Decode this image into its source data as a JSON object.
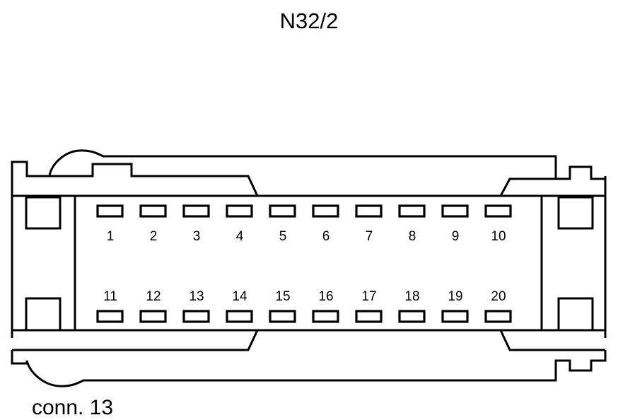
{
  "diagram": {
    "title": "N32/2",
    "caption": "conn. 13",
    "type": "connector-pinout",
    "description": "Electrical connector face view with 20 terminal cavities arranged in two rows of ten",
    "stroke_color": "#000000",
    "background_color": "#ffffff",
    "pin_count": 20,
    "rows": 2,
    "pins_per_row": 10,
    "top_row": {
      "label_position": "below",
      "pins": [
        {
          "number": "1"
        },
        {
          "number": "2"
        },
        {
          "number": "3"
        },
        {
          "number": "4"
        },
        {
          "number": "5"
        },
        {
          "number": "6"
        },
        {
          "number": "7"
        },
        {
          "number": "8"
        },
        {
          "number": "9"
        },
        {
          "number": "10"
        }
      ]
    },
    "bottom_row": {
      "label_position": "above",
      "pins": [
        {
          "number": "11"
        },
        {
          "number": "12"
        },
        {
          "number": "13"
        },
        {
          "number": "14"
        },
        {
          "number": "15"
        },
        {
          "number": "16"
        },
        {
          "number": "17"
        },
        {
          "number": "18"
        },
        {
          "number": "19"
        },
        {
          "number": "20"
        }
      ]
    }
  }
}
